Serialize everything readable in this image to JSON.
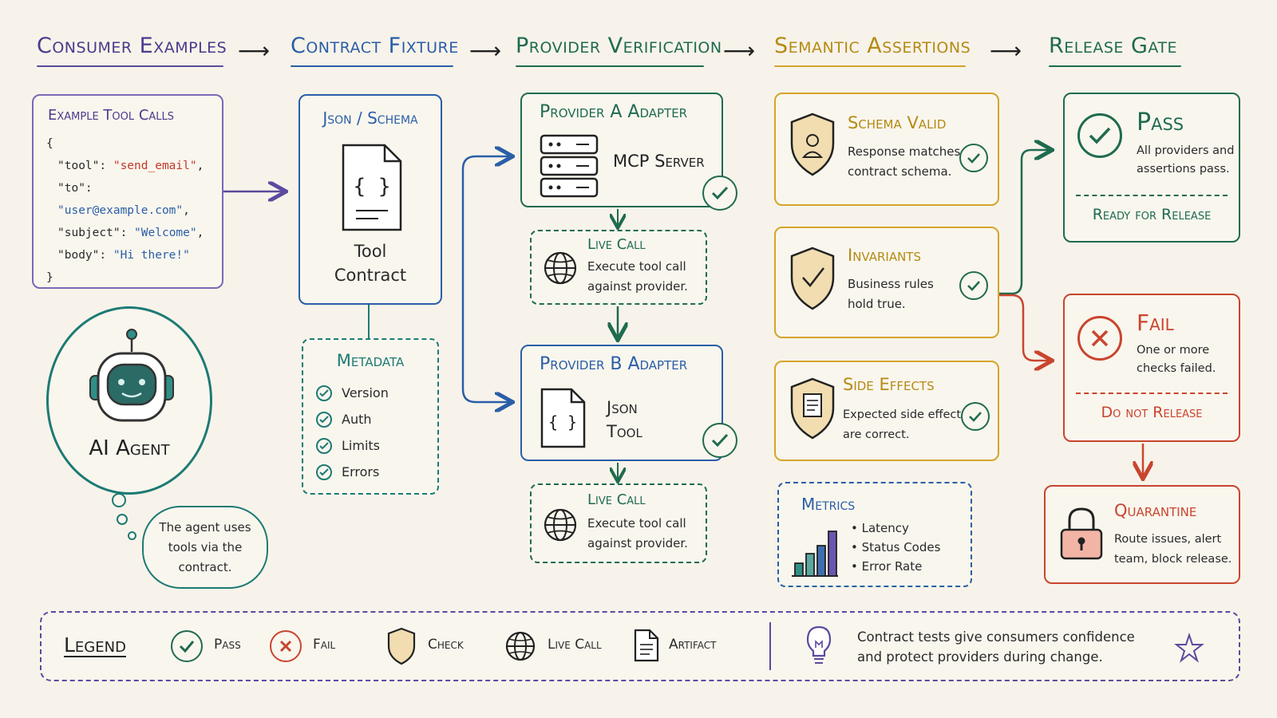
{
  "headers": [
    {
      "label": "Consumer Examples",
      "color": "#4b3a8c"
    },
    {
      "label": "Contract Fixture",
      "color": "#2a5ea8"
    },
    {
      "label": "Provider Verification",
      "color": "#1f6b4f"
    },
    {
      "label": "Semantic Assertions",
      "color": "#b58a14"
    },
    {
      "label": "Release Gate",
      "color": "#1f6b4f"
    }
  ],
  "example": {
    "title": "Example Tool Calls",
    "open": "{",
    "close": "}",
    "lines": [
      {
        "key": "\"tool\":",
        "value": "\"send_email\"",
        "tail": ","
      },
      {
        "key": "\"to\":",
        "value": "\"user@example.com\"",
        "tail": ","
      },
      {
        "key": "\"subject\":",
        "value": "\"Welcome\"",
        "tail": ","
      },
      {
        "key": "\"body\":",
        "value": "\"Hi there!\"",
        "tail": ""
      }
    ]
  },
  "agent": {
    "label": "AI Agent",
    "thought": "The agent uses tools via the contract."
  },
  "contract": {
    "title": "Json / Schema",
    "label": "Tool Contract"
  },
  "metadata": {
    "title": "Metadata",
    "items": [
      "Version",
      "Auth",
      "Limits",
      "Errors"
    ]
  },
  "providerA": {
    "title": "Provider A Adapter",
    "label": "MCP Server"
  },
  "providerB": {
    "title": "Provider B Adapter",
    "label_line1": "Json",
    "label_line2": "Tool"
  },
  "liveCallA": {
    "title": "Live Call",
    "line1": "Execute tool call",
    "line2": "against provider."
  },
  "liveCallB": {
    "title": "Live Call",
    "line1": "Execute tool call",
    "line2": "against provider."
  },
  "assertions": [
    {
      "title": "Schema Valid",
      "line1": "Response matches",
      "line2": "contract schema."
    },
    {
      "title": "Invariants",
      "line1": "Business rules",
      "line2": "hold true."
    },
    {
      "title": "Side Effects",
      "line1": "Expected side effects",
      "line2": "are correct."
    }
  ],
  "metrics": {
    "title": "Metrics",
    "items": [
      "Latency",
      "Status Codes",
      "Error Rate"
    ]
  },
  "pass": {
    "title": "Pass",
    "line1": "All providers and",
    "line2": "assertions pass.",
    "footer": "Ready for Release"
  },
  "fail": {
    "title": "Fail",
    "line1": "One or more",
    "line2": "checks failed.",
    "footer": "Do not Release"
  },
  "quarantine": {
    "title": "Quarantine",
    "line1": "Route issues, alert",
    "line2": "team, block release."
  },
  "legend": {
    "title": "Legend",
    "items": [
      "Pass",
      "Fail",
      "Check",
      "Live Call",
      "Artifact"
    ],
    "note_line1": "Contract tests give consumers confidence",
    "note_line2": "and protect providers during change."
  },
  "colors": {
    "purple": "#5b4a9e",
    "blue": "#2a5ea8",
    "green": "#1f6b4f",
    "teal": "#1d7a74",
    "gold": "#d4a52a",
    "red": "#c9452e"
  }
}
